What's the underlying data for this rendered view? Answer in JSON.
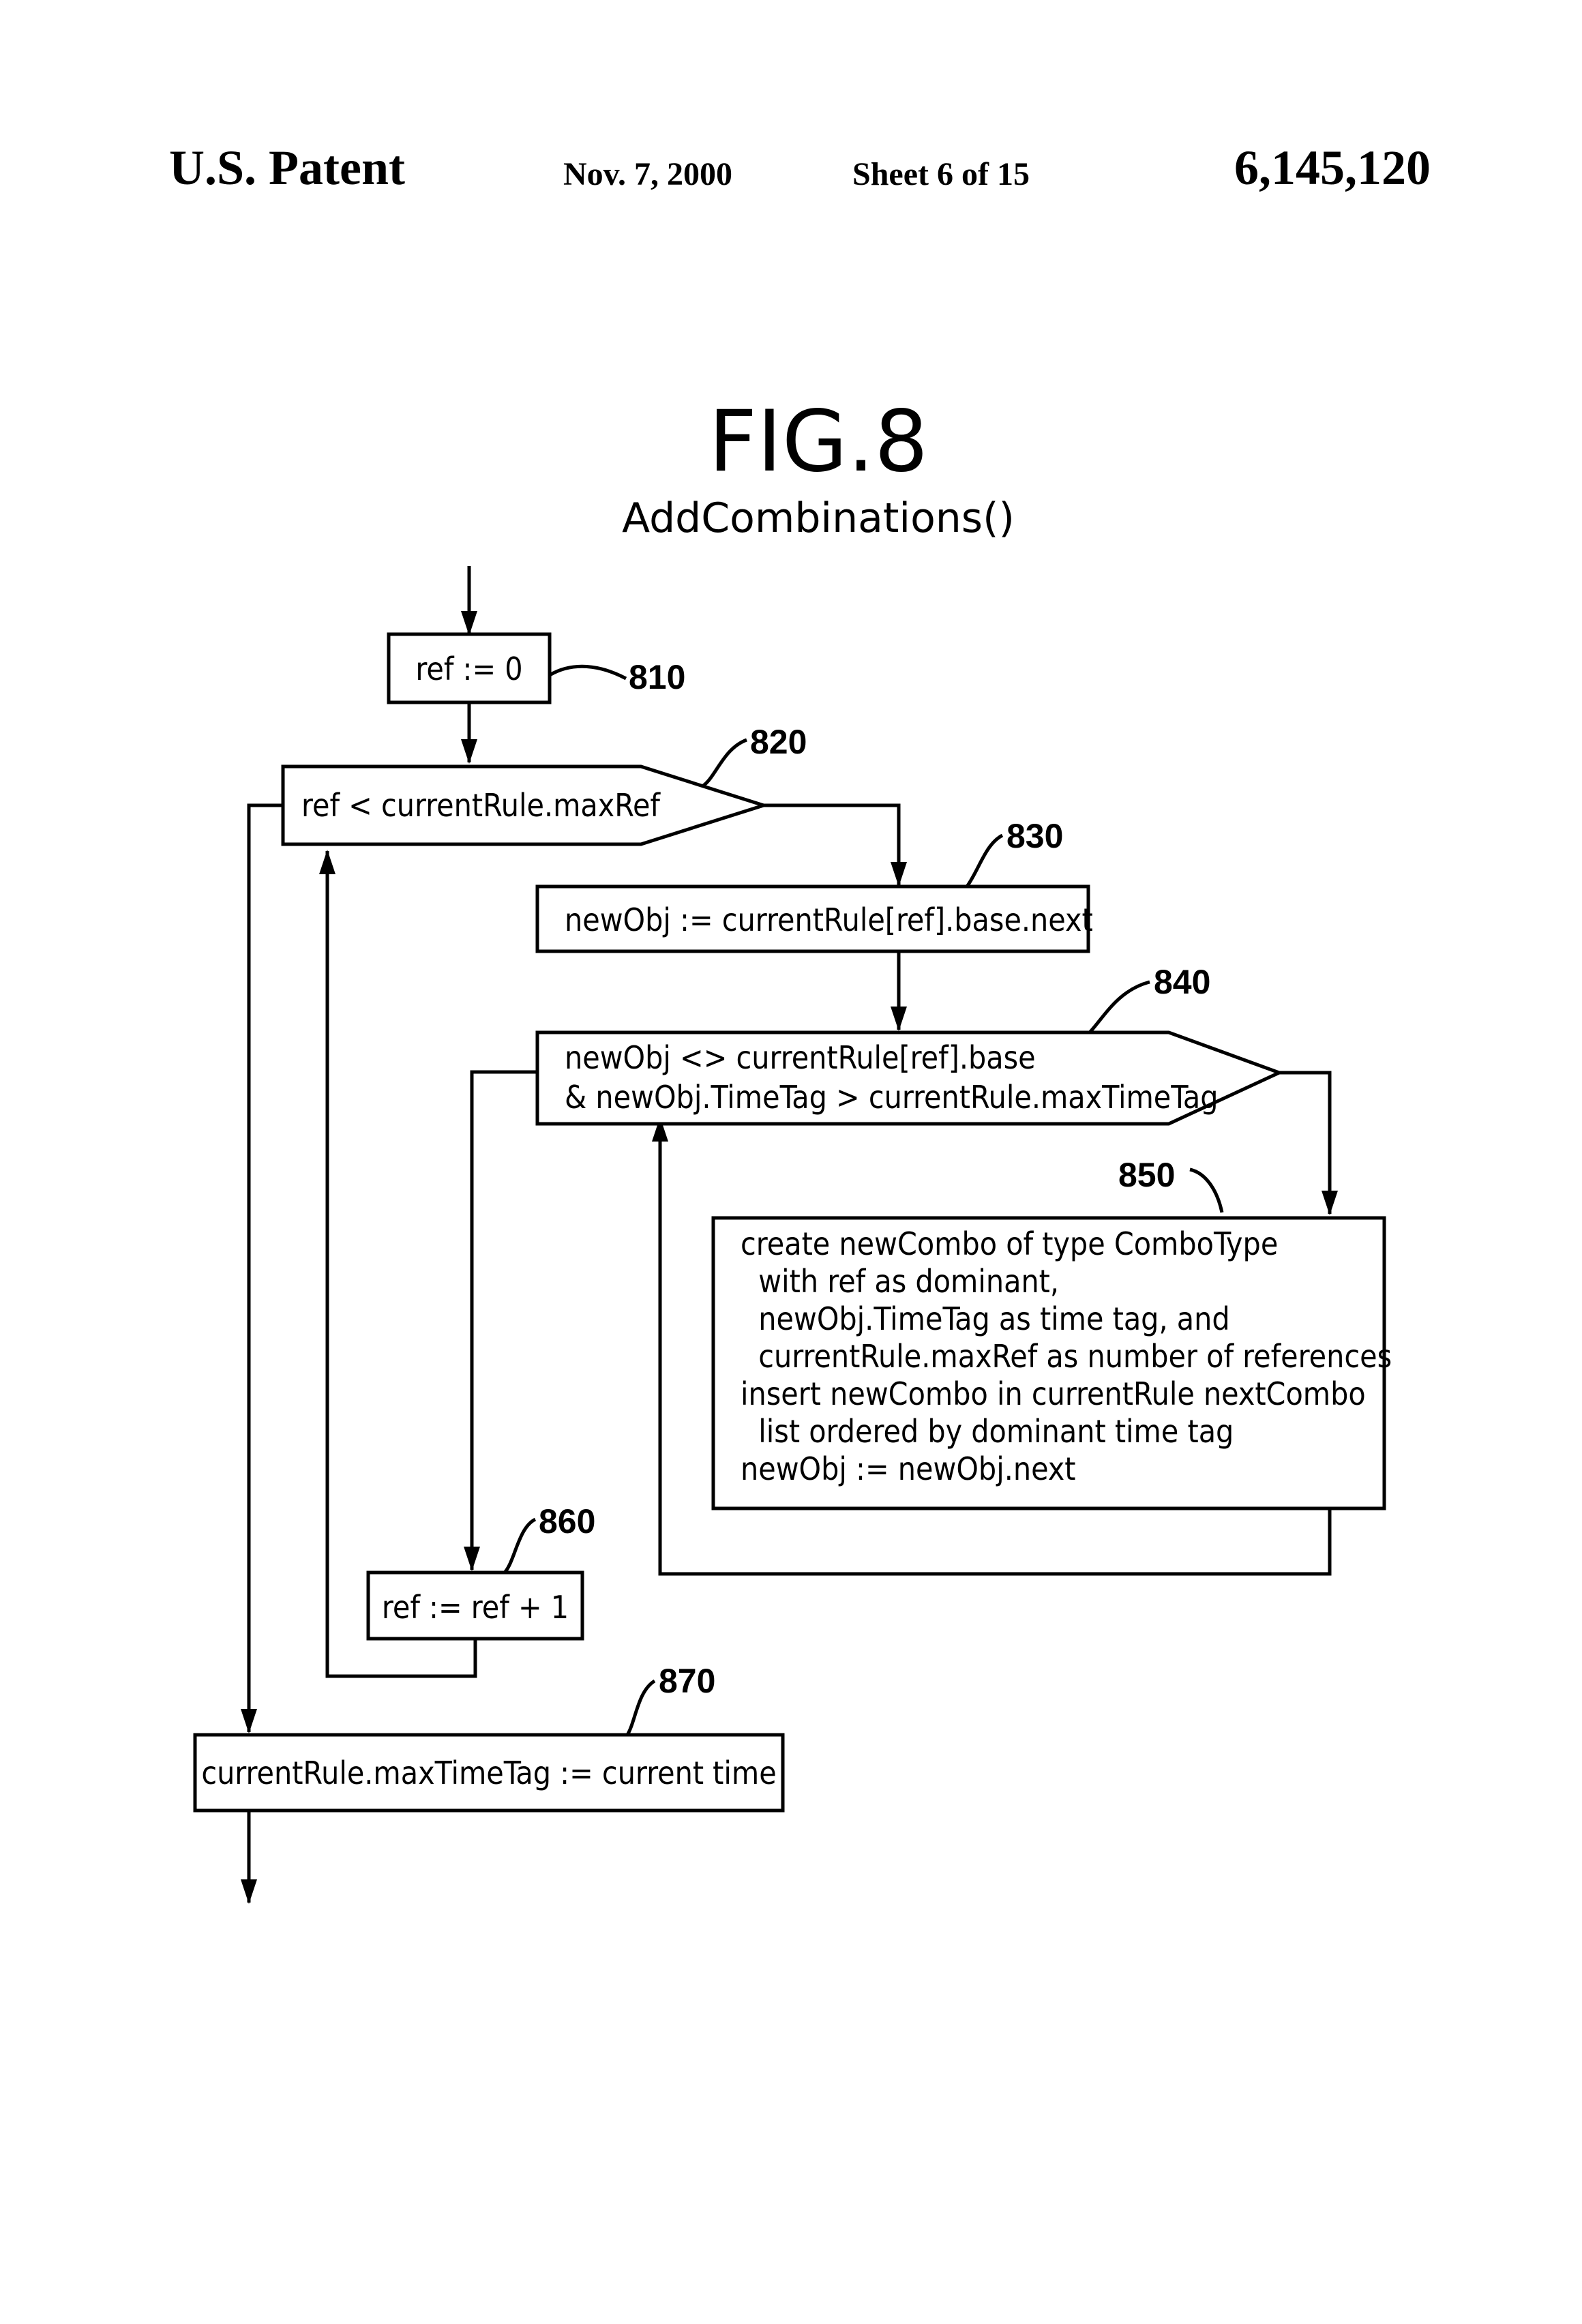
{
  "header": {
    "left": "U.S. Patent",
    "date": "Nov. 7, 2000",
    "sheet": "Sheet 6 of 15",
    "number": "6,145,120"
  },
  "figure": {
    "title": "FIG.8",
    "subtitle": "AddCombinations()"
  },
  "nodes": {
    "n810": {
      "ref": "810",
      "lines": [
        "ref := 0"
      ]
    },
    "n820": {
      "ref": "820",
      "lines": [
        "ref < currentRule.maxRef"
      ]
    },
    "n830": {
      "ref": "830",
      "lines": [
        "newObj := currentRule[ref].base.next"
      ]
    },
    "n840": {
      "ref": "840",
      "lines": [
        "newObj <> currentRule[ref].base",
        "& newObj.TimeTag > currentRule.maxTimeTag"
      ]
    },
    "n850": {
      "ref": "850",
      "lines": [
        "create newCombo of type ComboType",
        "  with ref as dominant,",
        "  newObj.TimeTag as time tag, and",
        "  currentRule.maxRef as number of references",
        "insert newCombo in currentRule nextCombo",
        "  list ordered by dominant time tag",
        "newObj := newObj.next"
      ]
    },
    "n860": {
      "ref": "860",
      "lines": [
        "ref := ref + 1"
      ]
    },
    "n870": {
      "ref": "870",
      "lines": [
        "currentRule.maxTimeTag := current time"
      ]
    }
  }
}
